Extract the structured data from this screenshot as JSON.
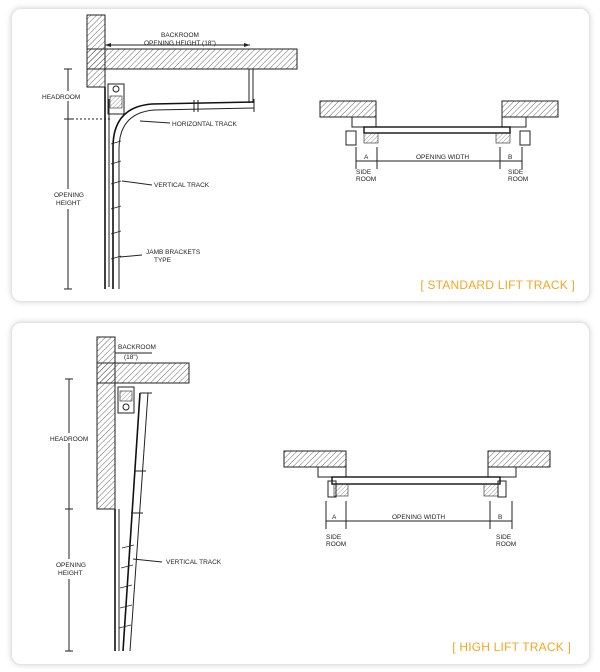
{
  "standard": {
    "caption": "[ STANDARD LIFT TRACK ]",
    "labels": {
      "backroom": "BACKROOM",
      "opening_height_18": "OPENING HEIGHT (18\")",
      "headroom": "HEADROOM",
      "horizontal_track": "HORIZONTAL TRACK",
      "vertical_track": "VERTICAL TRACK",
      "opening": "OPENING",
      "height": "HEIGHT",
      "jamb_brackets": "JAMB BRACKETS",
      "type": "TYPE",
      "a": "A",
      "b": "B",
      "opening_width": "OPENING WIDTH",
      "side": "SIDE",
      "room": "ROOM"
    }
  },
  "high": {
    "caption": "[ HIGH LIFT TRACK ]",
    "labels": {
      "backroom": "BACKROOM",
      "eighteen": "(18\")",
      "headroom": "HEADROOM",
      "vertical_track": "VERTICAL TRACK",
      "opening": "OPENING",
      "height": "HEIGHT",
      "a": "A",
      "b": "B",
      "opening_width": "OPENING WIDTH",
      "side": "SIDE",
      "room": "ROOM"
    }
  },
  "colors": {
    "caption": "#f5a623",
    "line": "#222222"
  }
}
